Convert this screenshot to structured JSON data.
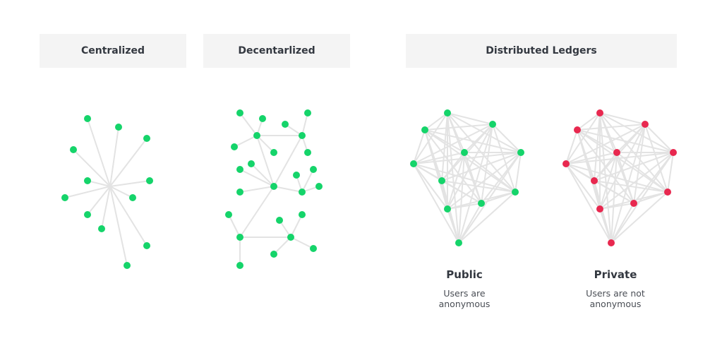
{
  "sections": {
    "centralized": "Centralized",
    "decentralized": "Decentarlized",
    "distributed": "Distributed Ledgers"
  },
  "public": {
    "title": "Public",
    "desc_line1": "Users are",
    "desc_line2": "anonymous"
  },
  "private": {
    "title": "Private",
    "desc_line1": "Users are not",
    "desc_line2": "anonymous"
  },
  "colors": {
    "green": "#15d46a",
    "red": "#e8284f",
    "edge": "#e3e3e3",
    "header_bg": "#f4f4f4"
  }
}
